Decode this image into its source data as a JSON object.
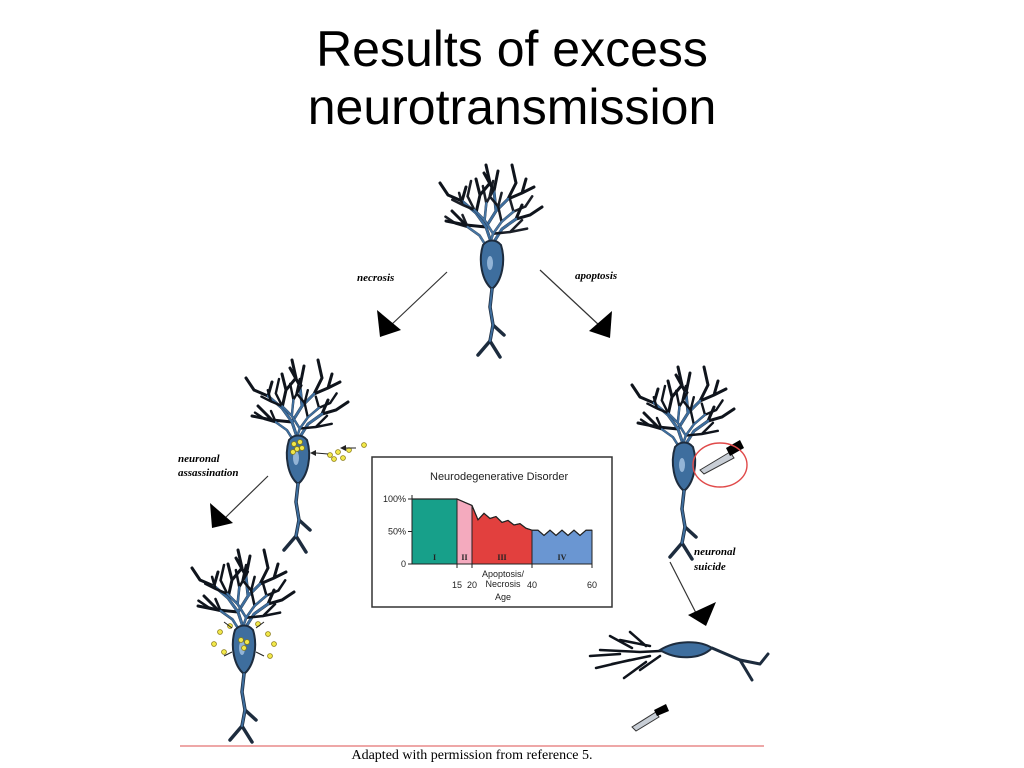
{
  "slide": {
    "title_line1": "Results of excess",
    "title_line2": "neurotransmission",
    "caption": "Adapted with permission from reference 5."
  },
  "labels": {
    "necrosis": "necrosis",
    "apoptosis": "apoptosis",
    "assassination_1": "neuronal",
    "assassination_2": "assassination",
    "suicide_1": "neuronal",
    "suicide_2": "suicide"
  },
  "colors": {
    "neuron_fill": "#3e6e9e",
    "neuron_stroke": "#1d2c3e",
    "highlight_circle": "#e04a4a",
    "caption_rule": "#e88a8a"
  },
  "chart_data": {
    "type": "area",
    "title": "Neurodegenerative Disorder",
    "xlabel": "Age",
    "xlabel_note": "Apoptosis/\nNecrosis",
    "yticks": [
      "100%",
      "50%",
      "0"
    ],
    "xticks": [
      15,
      20,
      40,
      60
    ],
    "xlim": [
      0,
      60
    ],
    "ylim": [
      0,
      100
    ],
    "stages": [
      {
        "name": "I",
        "x0": 0,
        "x1": 15,
        "color": "#17a08a"
      },
      {
        "name": "II",
        "x0": 15,
        "x1": 20,
        "color": "#f4aabe"
      },
      {
        "name": "III",
        "x0": 20,
        "x1": 40,
        "color": "#e2403e"
      },
      {
        "name": "IV",
        "x0": 40,
        "x1": 60,
        "color": "#6a96d2"
      }
    ],
    "curve": [
      [
        0,
        100
      ],
      [
        15,
        100
      ],
      [
        20,
        90
      ],
      [
        22,
        68
      ],
      [
        24,
        78
      ],
      [
        26,
        70
      ],
      [
        28,
        73
      ],
      [
        30,
        64
      ],
      [
        32,
        67
      ],
      [
        34,
        60
      ],
      [
        36,
        62
      ],
      [
        38,
        55
      ],
      [
        40,
        52
      ],
      [
        42,
        52
      ],
      [
        44,
        44
      ],
      [
        46,
        52
      ],
      [
        48,
        44
      ],
      [
        50,
        52
      ],
      [
        52,
        44
      ],
      [
        54,
        52
      ],
      [
        56,
        44
      ],
      [
        58,
        52
      ],
      [
        60,
        52
      ]
    ]
  }
}
